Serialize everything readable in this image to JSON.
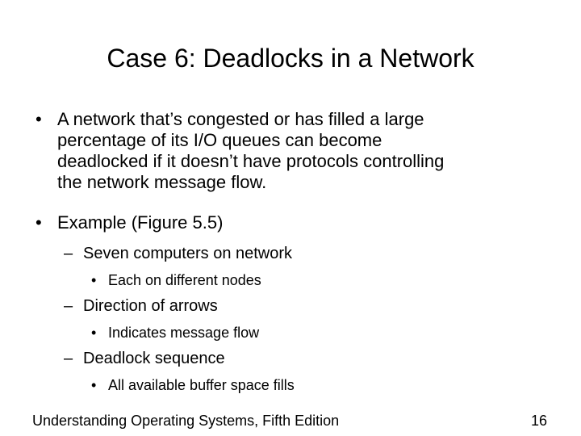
{
  "slide": {
    "title": "Case 6: Deadlocks in a Network",
    "bullets": [
      {
        "lines": [
          "A network that’s congested or has filled a large",
          "percentage of its I/O queues can become",
          "deadlocked if it doesn’t have protocols controlling",
          "the network message flow."
        ]
      },
      {
        "lines": [
          "Example (Figure 5.5)"
        ],
        "sub": [
          {
            "text": "Seven computers on network",
            "detail": "Each on different nodes"
          },
          {
            "text": "Direction of arrows",
            "detail": "Indicates message flow"
          },
          {
            "text": "Deadlock sequence",
            "detail": "All available buffer space fills"
          }
        ]
      }
    ],
    "bullet_symbol": "•",
    "dash_symbol": "–"
  },
  "footer": {
    "left": "Understanding Operating Systems, Fifth Edition",
    "page_number": "16"
  }
}
